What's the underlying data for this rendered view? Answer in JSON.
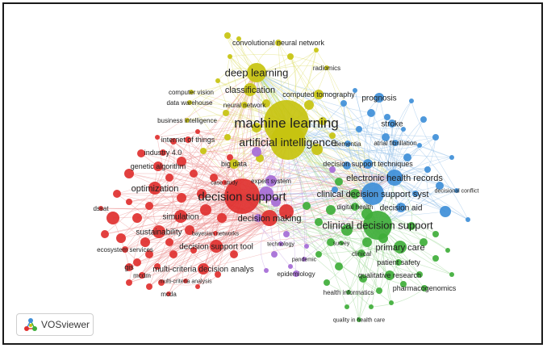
{
  "app": {
    "logo_label": "VOSviewer",
    "logo_icon": "vosviewer-logo-icon"
  },
  "colors": {
    "red": "#e0302f",
    "yellow": "#c7c30f",
    "blue": "#3f8fd8",
    "green": "#3fae3a",
    "purple": "#a56bd6",
    "edge_red": "#eb8f8f",
    "edge_yellow": "#dede6a",
    "edge_blue": "#8fbde8",
    "edge_green": "#98d68f",
    "edge_purple": "#c7a4e3"
  },
  "network": {
    "clusters": [
      "red",
      "yellow",
      "blue",
      "green",
      "purple"
    ],
    "terms": [
      {
        "label": "convolutional neural network",
        "cluster": "yellow"
      },
      {
        "label": "deep learning",
        "cluster": "yellow"
      },
      {
        "label": "radiomics",
        "cluster": "yellow"
      },
      {
        "label": "classification",
        "cluster": "yellow"
      },
      {
        "label": "computer vision",
        "cluster": "yellow"
      },
      {
        "label": "computed tomography",
        "cluster": "yellow"
      },
      {
        "label": "prognosis",
        "cluster": "blue"
      },
      {
        "label": "data warehouse",
        "cluster": "yellow"
      },
      {
        "label": "neural network",
        "cluster": "yellow"
      },
      {
        "label": "business intelligence",
        "cluster": "yellow"
      },
      {
        "label": "machine learning",
        "cluster": "yellow"
      },
      {
        "label": "stroke",
        "cluster": "blue"
      },
      {
        "label": "internet of things",
        "cluster": "red"
      },
      {
        "label": "artificial intelligence",
        "cluster": "yellow"
      },
      {
        "label": "dementia",
        "cluster": "blue"
      },
      {
        "label": "atrial fibrillation",
        "cluster": "blue"
      },
      {
        "label": "industry 4.0",
        "cluster": "red"
      },
      {
        "label": "genetic algorithm",
        "cluster": "red"
      },
      {
        "label": "big data",
        "cluster": "yellow"
      },
      {
        "label": "decision support techniques",
        "cluster": "blue"
      },
      {
        "label": "electronic health records",
        "cluster": "blue"
      },
      {
        "label": "case study",
        "cluster": "red"
      },
      {
        "label": "expert system",
        "cluster": "purple"
      },
      {
        "label": "optimization",
        "cluster": "red"
      },
      {
        "label": "decisional conflict",
        "cluster": "blue"
      },
      {
        "label": "decision support",
        "cluster": "red"
      },
      {
        "label": "clinical decision support syst",
        "cluster": "blue"
      },
      {
        "label": "dssat",
        "cluster": "red"
      },
      {
        "label": "digital health",
        "cluster": "green"
      },
      {
        "label": "decision aid",
        "cluster": "blue"
      },
      {
        "label": "simulation",
        "cluster": "red"
      },
      {
        "label": "decision making",
        "cluster": "red"
      },
      {
        "label": "clinical decision support",
        "cluster": "green"
      },
      {
        "label": "sustainability",
        "cluster": "red"
      },
      {
        "label": "bayesian networks",
        "cluster": "red"
      },
      {
        "label": "technology",
        "cluster": "purple"
      },
      {
        "label": "survey",
        "cluster": "green"
      },
      {
        "label": "primary care",
        "cluster": "green"
      },
      {
        "label": "decision support tool",
        "cluster": "red"
      },
      {
        "label": "ecosystem services",
        "cluster": "red"
      },
      {
        "label": "clinical",
        "cluster": "green"
      },
      {
        "label": "pandemic",
        "cluster": "purple"
      },
      {
        "label": "patient safety",
        "cluster": "green"
      },
      {
        "label": "gis",
        "cluster": "red"
      },
      {
        "label": "multi-criteria decision analys",
        "cluster": "red"
      },
      {
        "label": "epidemiology",
        "cluster": "purple"
      },
      {
        "label": "qualitative research",
        "cluster": "green"
      },
      {
        "label": "mcdm",
        "cluster": "red"
      },
      {
        "label": "multi-criteria analysis",
        "cluster": "red"
      },
      {
        "label": "pharmacogenomics",
        "cluster": "green"
      },
      {
        "label": "mcda",
        "cluster": "red"
      },
      {
        "label": "health informatics",
        "cluster": "green"
      },
      {
        "label": "quality in health care",
        "cluster": "green"
      }
    ]
  }
}
